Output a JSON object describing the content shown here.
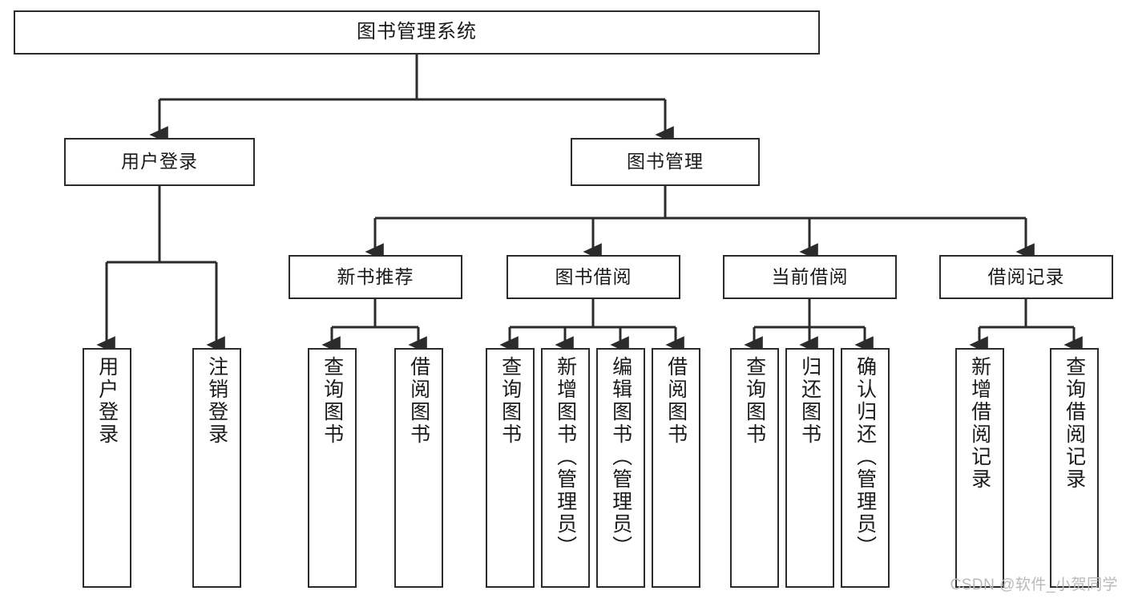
{
  "diagram": {
    "title": "图书管理系统",
    "type": "functional-structure-tree",
    "stroke_color": "#2b2b2b",
    "background_color": "#ffffff"
  },
  "nodes": {
    "root": {
      "label": "图书管理系统"
    },
    "level2": [
      {
        "label": "用户登录"
      },
      {
        "label": "图书管理"
      }
    ],
    "level3": [
      {
        "label": "新书推荐"
      },
      {
        "label": "图书借阅"
      },
      {
        "label": "当前借阅"
      },
      {
        "label": "借阅记录"
      }
    ],
    "leaves": {
      "user_login": [
        {
          "label": "用户登录"
        },
        {
          "label": "注销登录"
        }
      ],
      "new_book_recommend": [
        {
          "label": "查询图书"
        },
        {
          "label": "借阅图书"
        }
      ],
      "book_borrow": [
        {
          "label": "查询图书"
        },
        {
          "label": "新增图书（管理员）"
        },
        {
          "label": "编辑图书（管理员）"
        },
        {
          "label": "借阅图书"
        }
      ],
      "current_borrow": [
        {
          "label": "查询图书"
        },
        {
          "label": "归还图书"
        },
        {
          "label": "确认归还（管理员）"
        }
      ],
      "borrow_records": [
        {
          "label": "新增借阅记录"
        },
        {
          "label": "查询借阅记录"
        }
      ]
    }
  },
  "watermark": {
    "text": "CSDN @软件_小贺同学"
  }
}
